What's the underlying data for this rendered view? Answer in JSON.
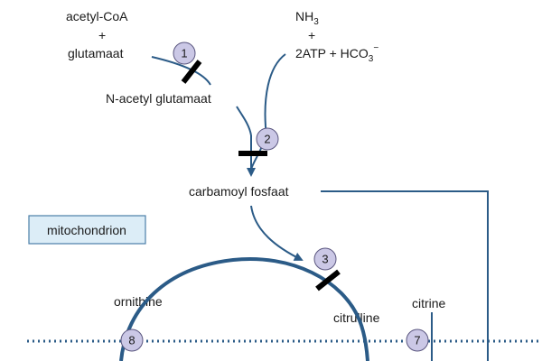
{
  "diagram": {
    "substrates_left": {
      "line1": "acetyl-CoA",
      "plus": "+",
      "line2": "glutamaat"
    },
    "substrates_right": {
      "nh3": "NH",
      "nh3_sub": "3",
      "plus": "+",
      "atp_hco3": "2ATP + HCO",
      "hco3_sub": "3",
      "hco3_sup": "−"
    },
    "n_acetyl": "N-acetyl glutamaat",
    "carbamoyl": "carbamoyl fosfaat",
    "compartment": "mitochondrion",
    "ornithine": "ornithine",
    "citrulline": "citrulline",
    "citrine": "citrine",
    "steps": [
      "1",
      "2",
      "3",
      "7",
      "8"
    ],
    "colors": {
      "arrow": "#2b5b87",
      "badge_fill": "#cbc8e6",
      "box_fill": "#dcedf7",
      "block": "#000000"
    }
  }
}
